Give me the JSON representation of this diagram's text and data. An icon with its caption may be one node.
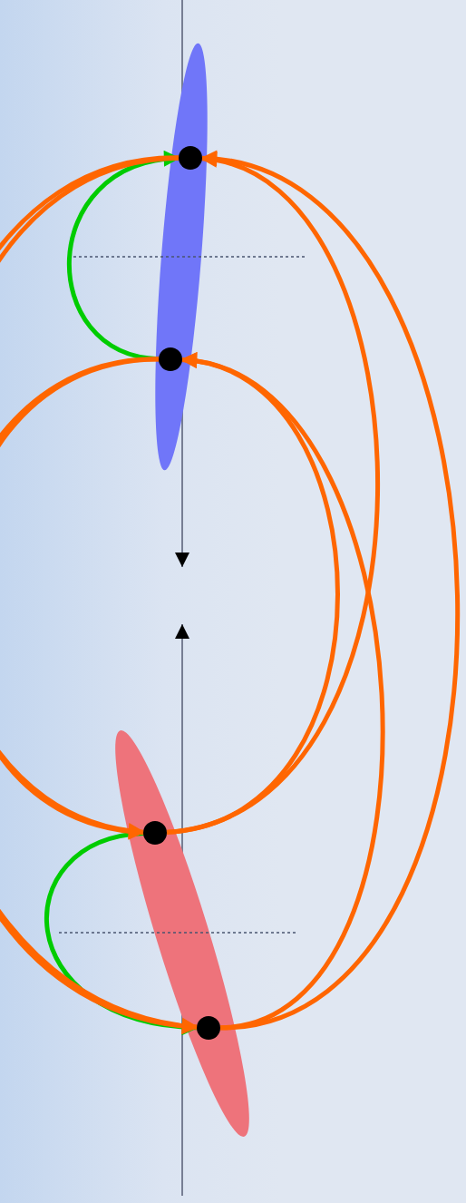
{
  "diagram": {
    "nodes": [
      {
        "text": [],
        "shape": "ellipse"
      },
      {
        "text": [],
        "shape": "circle",
        "in": 0
      },
      {
        "text": [],
        "shape": "circle",
        "in": 0
      },
      {
        "text": [],
        "shape": "ellipse"
      },
      {
        "text": [],
        "shape": "circle",
        "in": 3
      },
      {
        "text": [],
        "shape": "circle",
        "in": 3
      }
    ],
    "edges": [
      {
        "from": 2,
        "to": 1,
        "arrow": "to",
        "color": "#00cc00"
      },
      {
        "from": 4,
        "to": 5,
        "arrow": "to",
        "color": "#00cc00"
      },
      {
        "from": 1,
        "to": 4,
        "arrow": "to"
      },
      {
        "from": 1,
        "to": 5,
        "arrow": "to"
      },
      {
        "from": 2,
        "to": 4,
        "arrow": "to"
      },
      {
        "from": 2,
        "to": 5,
        "arrow": "to"
      },
      {
        "from": 4,
        "to": 1,
        "arrow": "to"
      },
      {
        "from": 5,
        "to": 1,
        "arrow": "to"
      },
      {
        "from": 4,
        "to": 2,
        "arrow": "to"
      },
      {
        "from": 5,
        "to": 2,
        "arrow": "to"
      }
    ]
  }
}
